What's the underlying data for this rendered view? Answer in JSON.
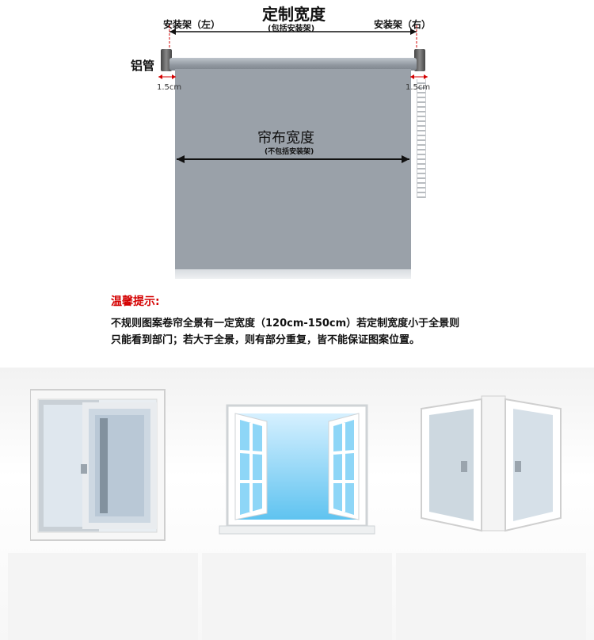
{
  "diagram": {
    "custom_width_title": "定制宽度",
    "custom_width_sub": "(包括安装架)",
    "bracket_left": "安装架（左）",
    "bracket_right": "安装架（右）",
    "tube_label": "铝管",
    "offset_left": "1.5cm",
    "offset_right": "1.5cm",
    "curtain_width_title": "帘布宽度",
    "curtain_width_sub": "(不包括安装架)"
  },
  "tip": {
    "title": "温馨提示:",
    "line1": "不规则图案卷帘全景有一定宽度（120cm-150cm）若定制宽度小于全景则",
    "line2": "只能看到部门；若大于全景，则有部分重复，皆不能保证图案位置。"
  },
  "colors": {
    "accent_red": "#d40000",
    "shade_gray": "#9aa1a9",
    "sky_blue": "#5fc3f0"
  }
}
